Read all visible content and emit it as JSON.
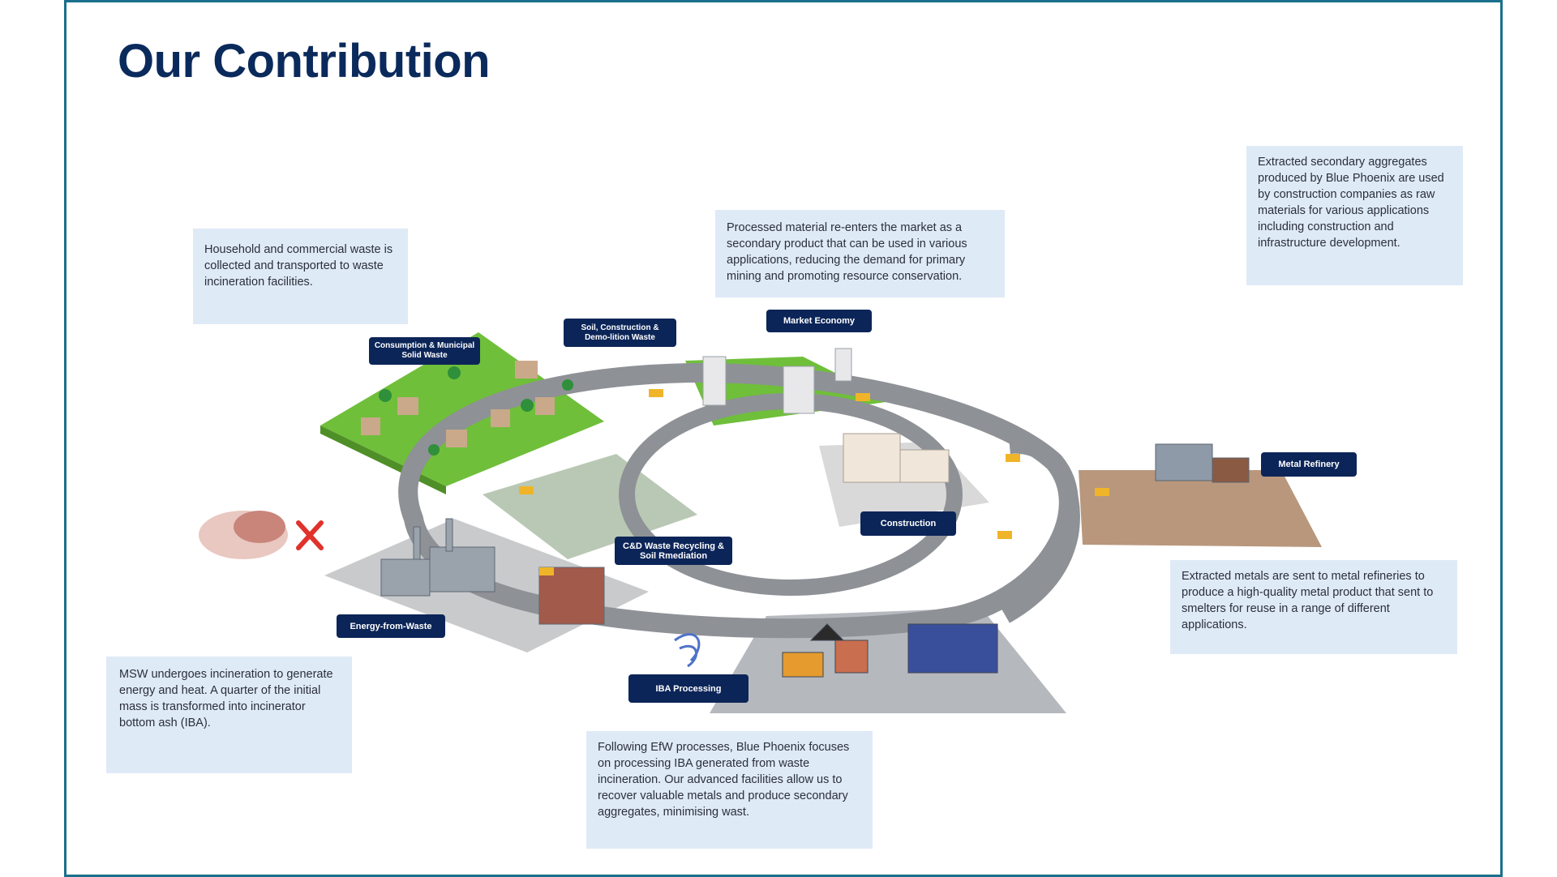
{
  "title": "Our Contribution",
  "notes": {
    "household": "Household and commercial waste is collected and transported to waste incineration facilities.",
    "market": "Processed material re-enters the market as a secondary product that can be used in various applications, reducing the demand for primary mining and promoting resource conservation.",
    "aggregates": "Extracted secondary aggregates produced by Blue Phoenix are used by construction companies as raw materials for various applications including construction and infrastructure development.",
    "metals": "Extracted metals are sent to metal refineries to produce a high-quality metal product that sent to smelters for reuse in a range of different applications.",
    "msw": "MSW undergoes incineration to generate energy and heat. A quarter of the initial mass is transformed into incinerator bottom ash (IBA).",
    "efw": "Following EfW processes, Blue Phoenix focuses on processing IBA generated from waste incineration. Our advanced facilities allow us to recover valuable metals and produce secondary aggregates, minimising wast."
  },
  "labels": {
    "consumption": "Consumption & Municipal Solid Waste",
    "soil": "Soil, Construction & Demo-lition Waste",
    "market_economy": "Market Economy",
    "metal_refinery": "Metal Refinery",
    "construction": "Construction",
    "cd_recycling": "C&D Waste Recycling & Soil Rmediation",
    "energy": "Energy-from-Waste",
    "iba": "IBA Processing"
  },
  "colors": {
    "title": "#0b2a5c",
    "label_bg": "#0c2558",
    "note_bg": "#dfeaf7",
    "frame": "#1a6f8c",
    "grass": "#6fbf3a",
    "road": "#8e9196"
  }
}
